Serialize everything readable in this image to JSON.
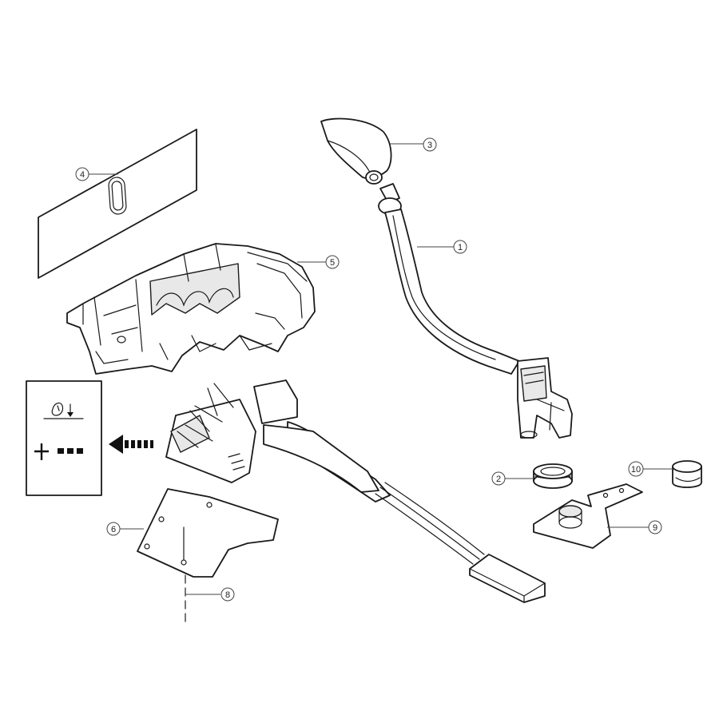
{
  "diagram": {
    "callouts": [
      {
        "id": "c1",
        "label": "1"
      },
      {
        "id": "c2",
        "label": "2"
      },
      {
        "id": "c3",
        "label": "3"
      },
      {
        "id": "c4",
        "label": "4"
      },
      {
        "id": "c5",
        "label": "5"
      },
      {
        "id": "c6",
        "label": "6"
      },
      {
        "id": "c8",
        "label": "8"
      },
      {
        "id": "c9",
        "label": "9"
      },
      {
        "id": "c10",
        "label": "10"
      }
    ],
    "colors": {
      "ink": "#1a1a1a",
      "background": "#ffffff"
    },
    "icons": [
      "hand-pull-icon",
      "down-arrow-icon",
      "plus-icon",
      "dots-icon",
      "direction-arrow-icon"
    ]
  }
}
